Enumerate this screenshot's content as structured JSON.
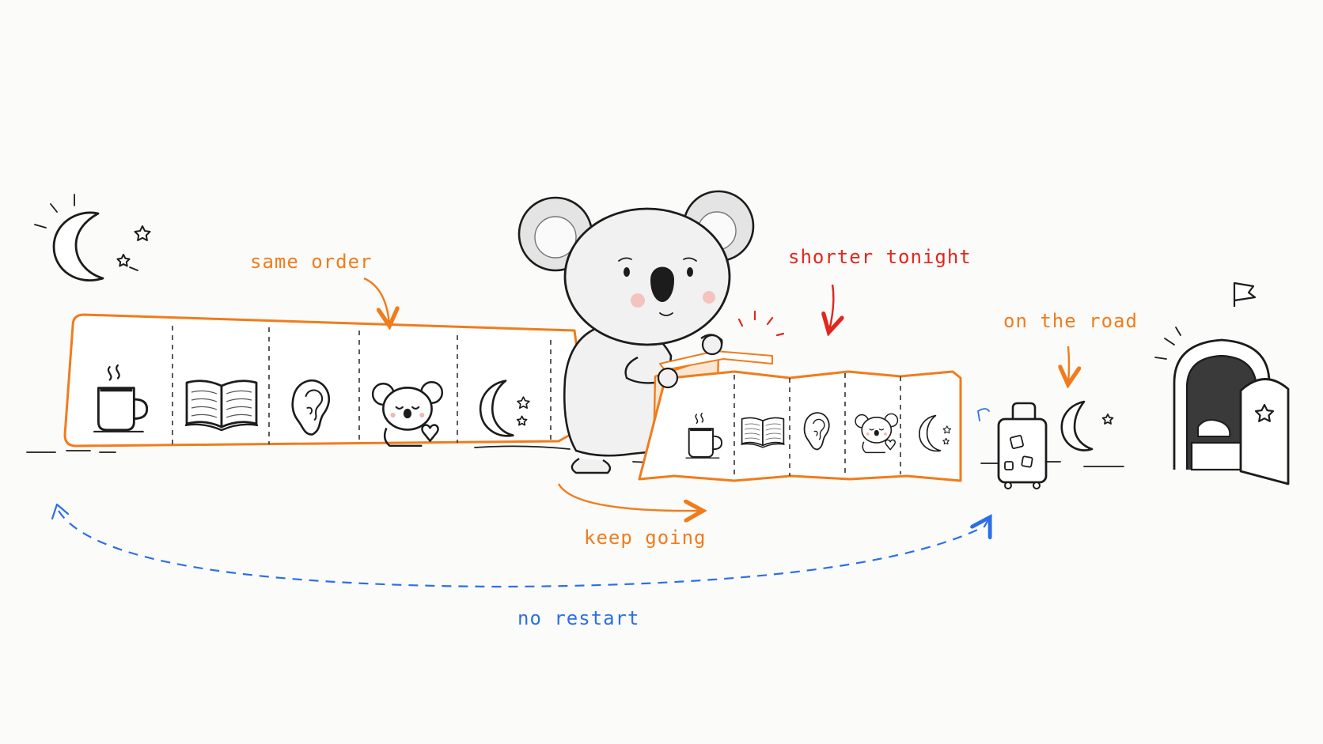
{
  "labels": {
    "same_order": "same order",
    "shorter_tonight": "shorter tonight",
    "on_the_road": "on the road",
    "keep_going": "keep going",
    "no_restart": "no restart"
  },
  "colors": {
    "orange": "#f07c1c",
    "red": "#e3261e",
    "blue": "#2b6fe6",
    "ink": "#1c1c1c"
  },
  "routine_steps": [
    "coffee-mug-icon",
    "open-book-icon",
    "ear-icon",
    "koala-hug-icon",
    "moon-stars-icon"
  ],
  "icons": {
    "sky": "moon-stars-icon",
    "luggage": "suitcase-icon",
    "destination": "bed-doorway-icon",
    "character": "koala"
  }
}
